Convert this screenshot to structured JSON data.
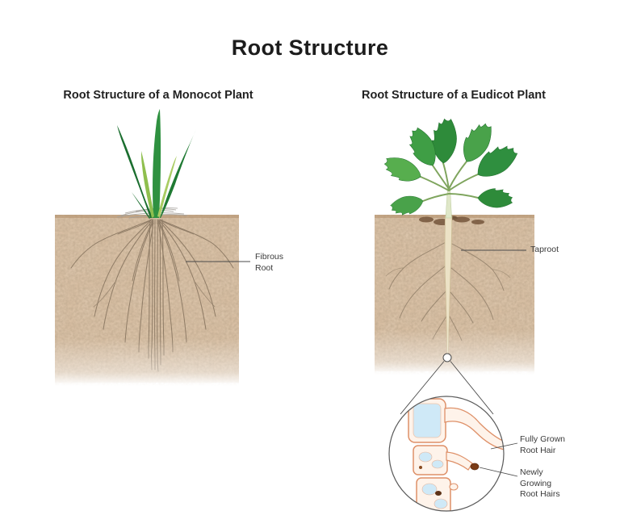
{
  "title": "Root Structure",
  "monocot": {
    "heading": "Root Structure of a Monocot Plant",
    "root_label": "Fibrous Root"
  },
  "eudicot": {
    "heading": "Root Structure of a Eudicot Plant",
    "root_label": "Taproot",
    "inset": {
      "fully_grown_label": "Fully Grown Root Hair",
      "newly_growing_label": "Newly Growing Root Hairs"
    }
  },
  "colors": {
    "leaf_dark": "#1b6e2f",
    "leaf_mid": "#2f9140",
    "leaf_light": "#8fbf4e",
    "soil_base": "#d8bfa3",
    "soil_speckle": "#8c6b4a",
    "fibrous_root": "#8f7c66",
    "taproot_fill": "#ece2c6",
    "cell_outline": "#de9068",
    "cell_vacuole_blue": "#cfe9f7",
    "root_hair_tip": "#7a3b16",
    "annotation_line": "#4a4a4a"
  }
}
